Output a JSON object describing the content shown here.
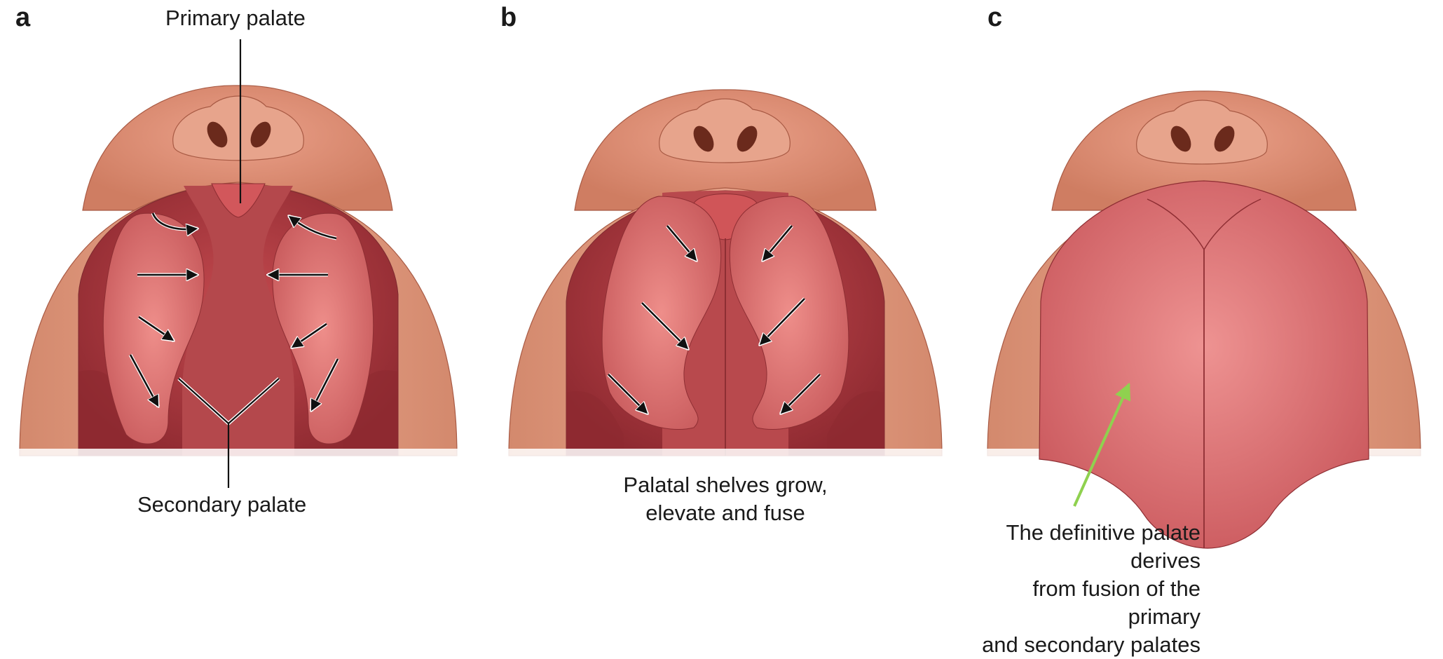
{
  "panels": [
    {
      "letter": "a",
      "labels": {
        "top": "Primary palate",
        "bottom": "Secondary palate"
      }
    },
    {
      "letter": "b",
      "caption_lines": [
        "Palatal shelves grow,",
        "elevate and fuse"
      ]
    },
    {
      "letter": "c",
      "caption_lines": [
        "The definitive palate derives",
        "from fusion of the primary",
        "and secondary palates"
      ]
    }
  ],
  "colors": {
    "skin": "#d98a6e",
    "skin_dark": "#b86650",
    "mouth": "#a8383e",
    "shelf": "#e07a7a",
    "palate": "#c94f52",
    "arrow": "#111111",
    "green_arrow": "#8fd14f"
  }
}
